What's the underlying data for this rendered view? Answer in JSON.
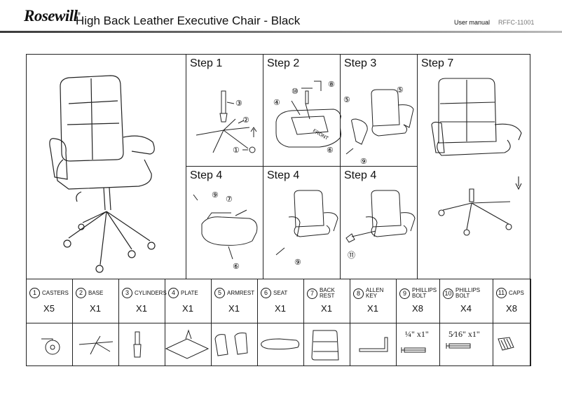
{
  "header": {
    "logo": "Rosewill",
    "logo_mark": "®",
    "title": "High Back Leather Executive Chair - Black",
    "manual": "User manual",
    "model": "RFFC-11001"
  },
  "steps": [
    {
      "label": "Step 1"
    },
    {
      "label": "Step 2"
    },
    {
      "label": "Step 3"
    },
    {
      "label": "Step 7"
    },
    {
      "label": "Step 4"
    },
    {
      "label": "Step 4"
    },
    {
      "label": "Step 4"
    }
  ],
  "callouts": {
    "s1": [
      "③",
      "②",
      "①"
    ],
    "s2": [
      "⑩",
      "⑧",
      "④",
      "⑥"
    ],
    "s3": [
      "⑤",
      "⑤",
      "⑨"
    ],
    "s4a": [
      "⑨",
      "⑦",
      "⑥"
    ],
    "s4b": [
      "⑨"
    ],
    "s4c": [
      "⑪"
    ],
    "front": "FRONT"
  },
  "parts": [
    {
      "num": "1",
      "name": "CASTERS",
      "qty": "X5"
    },
    {
      "num": "2",
      "name": "BASE",
      "qty": "X1"
    },
    {
      "num": "3",
      "name": "CYLINDERS",
      "qty": "X1"
    },
    {
      "num": "4",
      "name": "PLATE",
      "qty": "X1"
    },
    {
      "num": "5",
      "name": "ARMREST",
      "qty": "X1"
    },
    {
      "num": "6",
      "name": "SEAT",
      "qty": "X1"
    },
    {
      "num": "7",
      "name": "BACK REST",
      "qty": "X1"
    },
    {
      "num": "8",
      "name": "ALLEN KEY",
      "qty": "X1"
    },
    {
      "num": "9",
      "name": "PHILLIPS BOLT",
      "qty": "X8"
    },
    {
      "num": "10",
      "name": "PHILLIPS BOLT",
      "qty": "X4"
    },
    {
      "num": "11",
      "name": "CAPS",
      "qty": "X8"
    }
  ],
  "bolt_sizes": {
    "b9": "¼\" x1\"",
    "b10": "5⁄16\" x1\""
  }
}
